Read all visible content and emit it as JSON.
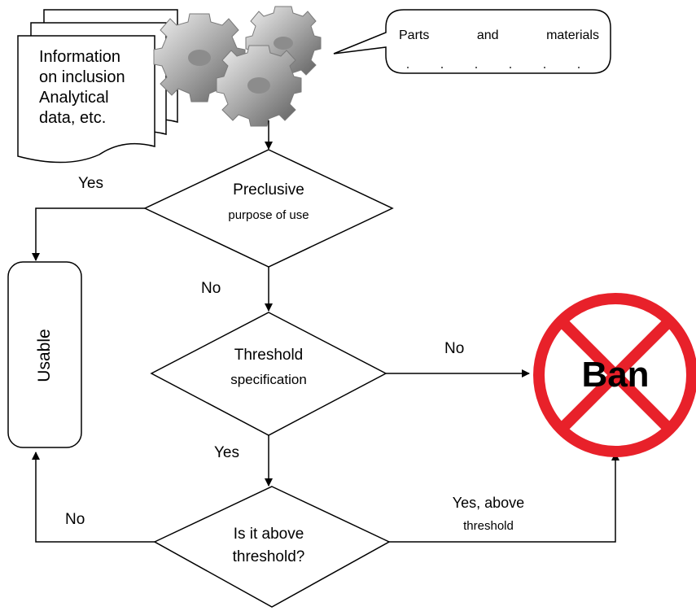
{
  "document_stack": {
    "lines": [
      "Information",
      "on inclusion",
      "Analytical",
      "data, etc."
    ]
  },
  "callout": {
    "words": [
      "Parts",
      "and",
      "materials"
    ]
  },
  "decision1": {
    "line1": "Preclusive",
    "line2": "purpose of use",
    "yes_label": "Yes",
    "no_label": "No"
  },
  "decision2": {
    "line1": "Threshold",
    "line2": "specification",
    "no_label": "No",
    "yes_label": "Yes"
  },
  "decision3": {
    "line1": "Is it above",
    "line2": "threshold?",
    "no_label": "No",
    "yes_line1": "Yes, above",
    "yes_line2": "threshold"
  },
  "usable_box": {
    "label": "Usable"
  },
  "ban_sign": {
    "label": "Ban",
    "color": "#e8212a"
  },
  "colors": {
    "gear_light": "#d9d9d9",
    "gear_dark": "#6f6f6f",
    "line": "#000000"
  }
}
